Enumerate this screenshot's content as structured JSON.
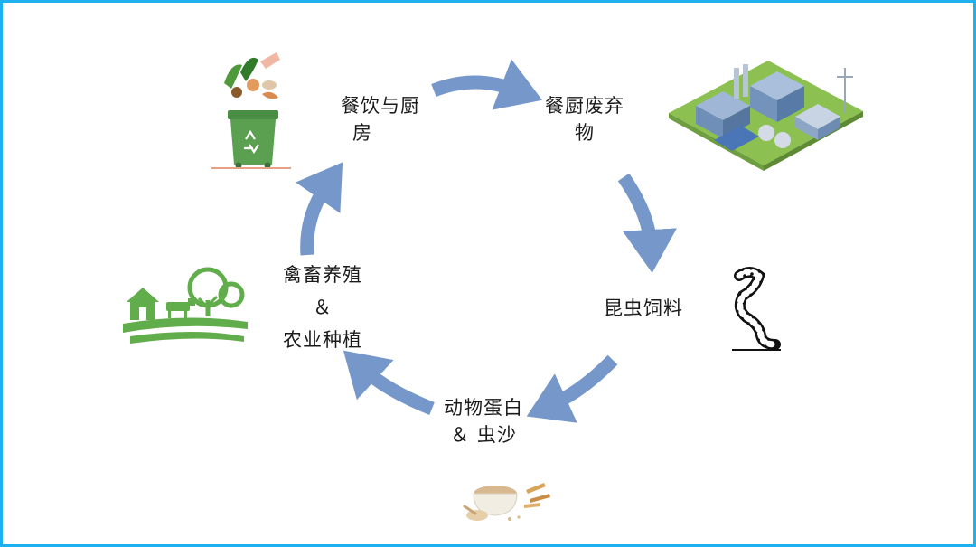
{
  "nodes": {
    "kitchen": {
      "line1": "餐饮与厨",
      "line2": "房"
    },
    "waste": {
      "line1": "餐厨废弃",
      "line2": "物"
    },
    "insect": {
      "line1": "昆虫饲料"
    },
    "protein": {
      "line1": "动物蛋白",
      "line2": "＆ 虫沙"
    },
    "farming": {
      "line1": "禽畜养殖",
      "line2": "＆",
      "line3": "农业种植"
    }
  },
  "colors": {
    "arrow": "#7597c9",
    "border": "#1fb0ef",
    "bin": "#5aa050",
    "farm": "#62ad4b",
    "worm": "#111111",
    "factory_ground": "#8cc152",
    "factory_building": "#6f8fb8",
    "grain": "#d8b88e"
  },
  "icons": {
    "kitchen": "recycling-bin-icon",
    "waste": "factory-icon",
    "insect": "worm-icon",
    "protein": "grain-bowl-icon",
    "farming": "farm-icon"
  }
}
